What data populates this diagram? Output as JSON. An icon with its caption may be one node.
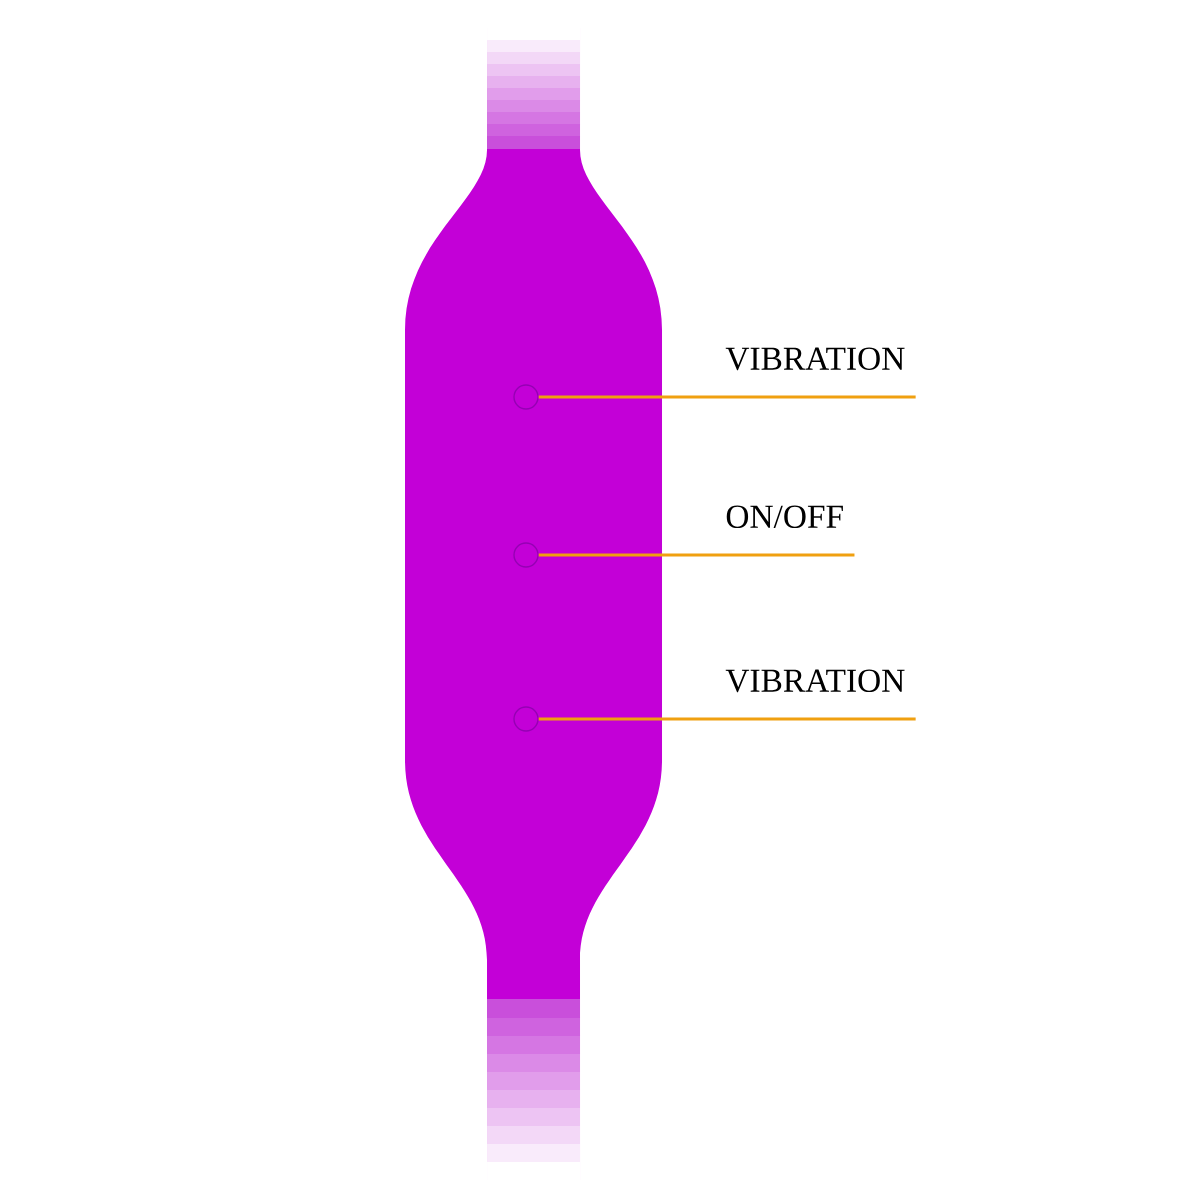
{
  "diagram": {
    "nodes": [
      {
        "text": [
          "VIBRATION"
        ]
      },
      {
        "text": [
          "ON/OFF"
        ]
      },
      {
        "text": [
          "VIBRATION"
        ]
      },
      {
        "text": [],
        "shape": "circle"
      },
      {
        "text": [],
        "shape": "circle"
      },
      {
        "text": [],
        "shape": "circle"
      }
    ],
    "edges": [
      {
        "from": 0,
        "to": 3,
        "arrow": "none"
      },
      {
        "from": 1,
        "to": 4,
        "arrow": "none"
      },
      {
        "from": 2,
        "to": 5,
        "arrow": "none"
      }
    ]
  }
}
